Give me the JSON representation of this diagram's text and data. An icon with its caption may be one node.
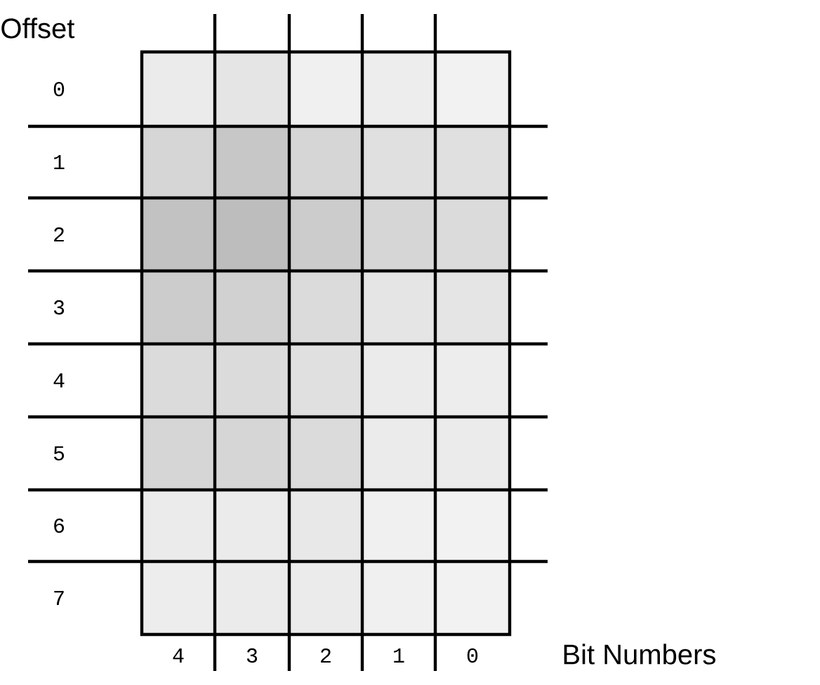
{
  "diagram": {
    "labels": [
      "Offset",
      "0",
      "1",
      "2",
      "3",
      "4",
      "5",
      "6",
      "7",
      "4",
      "3",
      "2",
      "1",
      "0",
      "Bit Numbers"
    ]
  }
}
